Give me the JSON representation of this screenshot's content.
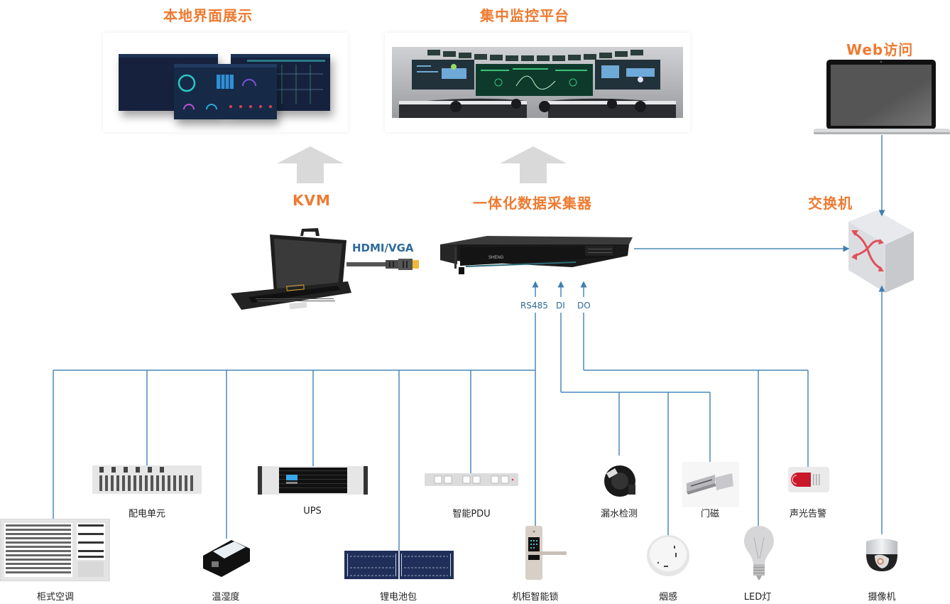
{
  "titles": {
    "local_display": "本地界面展示",
    "central_platform": "集中监控平台",
    "web_access": "Web访问",
    "kvm": "KVM",
    "collector": "一体化数据采集器",
    "switch": "交换机"
  },
  "cable": {
    "label": "HDMI/VGA"
  },
  "collector_ports": {
    "rs485": "RS485",
    "di": "DI",
    "do": "DO"
  },
  "devices": {
    "cabinet_ac": "柜式空调",
    "power_dist": "配电单元",
    "temp_humidity": "温湿度",
    "ups": "UPS",
    "battery_pack": "锂电池包",
    "smart_pdu": "智能PDU",
    "cabinet_lock": "机柜智能锁",
    "water_leak": "漏水检测",
    "smoke": "烟感",
    "door_magnet": "门磁",
    "led_light": "LED灯",
    "alarm": "声光告警",
    "camera": "摄像机"
  },
  "collector_brand": "SHENG",
  "colors": {
    "accent_orange": "#ee7a30",
    "line_blue": "#3f7fb0",
    "label_blue": "#2d6b9a",
    "arrow_gray": "#d9d9d9",
    "switch_red": "#e0505a"
  }
}
